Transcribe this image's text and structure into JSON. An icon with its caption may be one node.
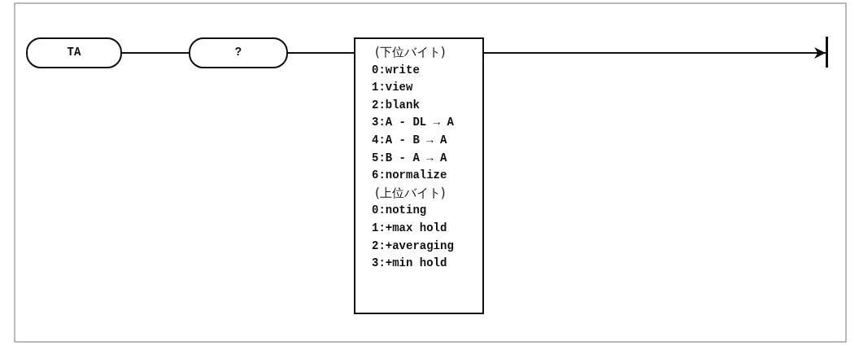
{
  "diagram": {
    "nodes": [
      {
        "text": [
          "TA"
        ]
      },
      {
        "text": [
          "?"
        ]
      },
      {
        "text": [
          "(下位バイト)",
          "0:write",
          "1:view",
          "2:blank",
          "3:A - DL → A",
          "4:A - B → A",
          "5:B - A → A",
          "6:normalize",
          "(上位バイト)",
          "0:noting",
          "1:+max hold",
          "2:+averaging",
          "3:+min hold"
        ]
      },
      {
        "text": [],
        "shape": "bar"
      }
    ],
    "edges": [
      {
        "from": 0,
        "to": 1,
        "arrow": "none"
      },
      {
        "from": 1,
        "to": 2,
        "arrow": "none"
      },
      {
        "from": 2,
        "to": 3,
        "arrow": "to"
      }
    ]
  }
}
